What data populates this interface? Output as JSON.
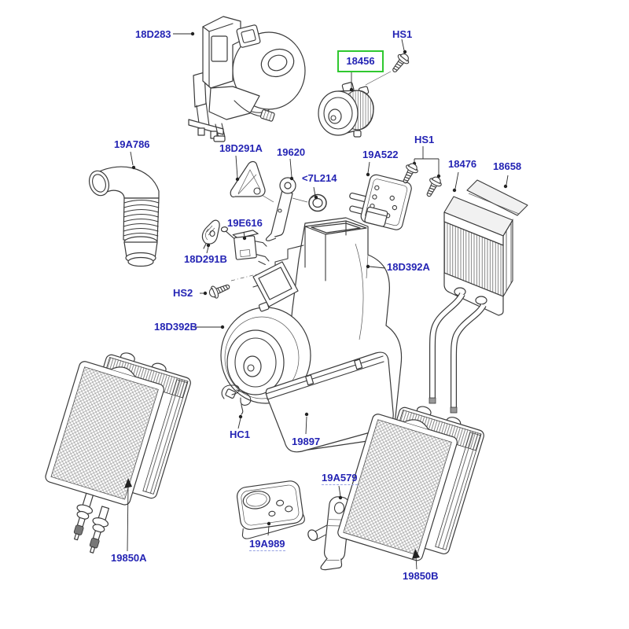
{
  "diagram": {
    "type": "exploded-parts-diagram",
    "subject": "HVAC heater, blower and evaporator assembly",
    "background": "#ffffff",
    "label_color": "#2424b4",
    "line_color": "#3a3a3a",
    "highlight": {
      "part": "18456",
      "box_color": "#2fc82f"
    },
    "labels": [
      {
        "id": "18D283",
        "text": "18D283"
      },
      {
        "id": "HS1-top",
        "text": "HS1"
      },
      {
        "id": "18456",
        "text": "18456",
        "highlighted": true
      },
      {
        "id": "19A786",
        "text": "19A786"
      },
      {
        "id": "18D291A",
        "text": "18D291A"
      },
      {
        "id": "19620",
        "text": "19620"
      },
      {
        "id": "7L214",
        "text": "<7L214"
      },
      {
        "id": "19A522",
        "text": "19A522"
      },
      {
        "id": "HS1-mid",
        "text": "HS1"
      },
      {
        "id": "18476",
        "text": "18476"
      },
      {
        "id": "18658",
        "text": "18658"
      },
      {
        "id": "19E616",
        "text": "19E616"
      },
      {
        "id": "18D291B",
        "text": "18D291B"
      },
      {
        "id": "HS2",
        "text": "HS2"
      },
      {
        "id": "18D392A",
        "text": "18D392A"
      },
      {
        "id": "18D392B",
        "text": "18D392B"
      },
      {
        "id": "HC1",
        "text": "HC1"
      },
      {
        "id": "19897",
        "text": "19897"
      },
      {
        "id": "19A989",
        "text": "19A989",
        "underlined": true
      },
      {
        "id": "19A579",
        "text": "19A579",
        "underlined": true
      },
      {
        "id": "19850A",
        "text": "19850A"
      },
      {
        "id": "19850B",
        "text": "19850B"
      }
    ]
  }
}
